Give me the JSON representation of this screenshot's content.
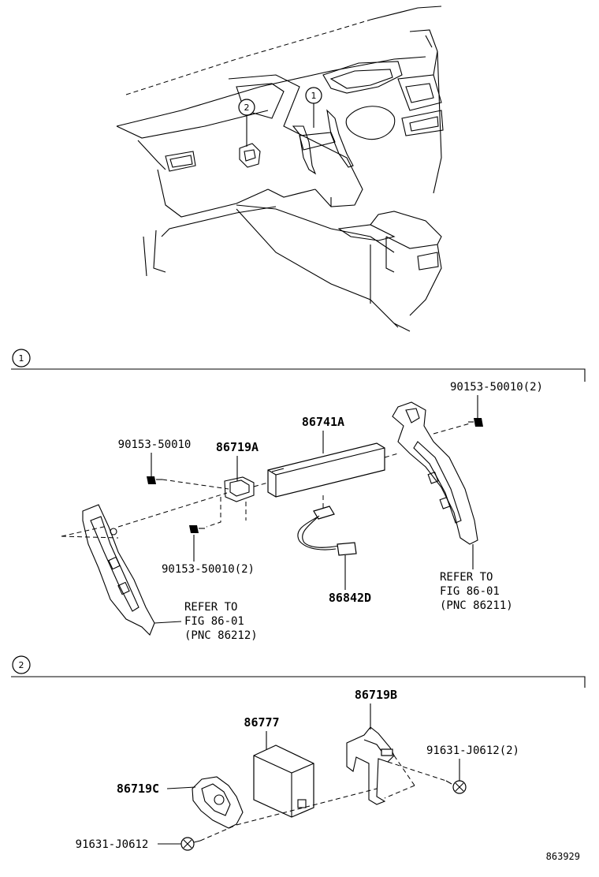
{
  "overview": {
    "callout_1": "1",
    "callout_2": "2"
  },
  "section_1": {
    "marker": "1",
    "parts": {
      "p86741A": "86741A",
      "p86719A": "86719A",
      "p86842D": "86842D",
      "bolt_top_right": "90153-50010(2)",
      "bolt_left": "90153-50010",
      "bolt_bottom": "90153-50010(2)"
    },
    "ref_left": {
      "line1": "REFER TO",
      "line2": "FIG 86-01",
      "line3": "(PNC 86212)"
    },
    "ref_right": {
      "line1": "REFER TO",
      "line2": "FIG 86-01",
      "line3": "(PNC 86211)"
    }
  },
  "section_2": {
    "marker": "2",
    "parts": {
      "p86719B": "86719B",
      "p86777": "86777",
      "p86719C": "86719C",
      "screw_right": "91631-J0612(2)",
      "screw_left": "91631-J0612"
    }
  },
  "figure_id": "863929"
}
